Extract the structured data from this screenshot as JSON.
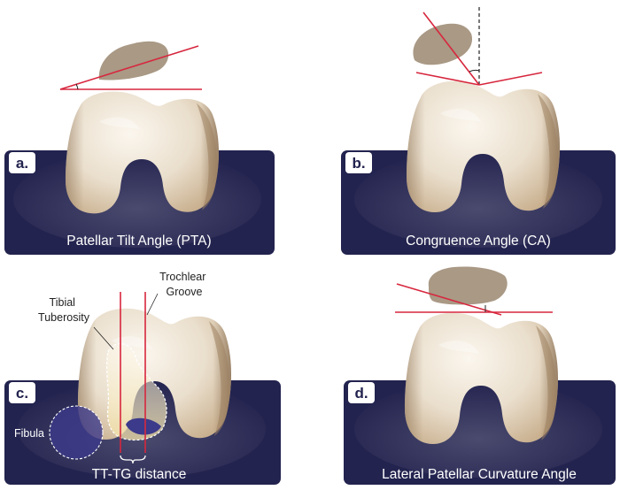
{
  "panels": [
    {
      "badge": "a.",
      "caption": "Patellar Tilt Angle (PTA)"
    },
    {
      "badge": "b.",
      "caption": "Congruence Angle (CA)"
    },
    {
      "badge": "c.",
      "caption": "TT-TG distance"
    },
    {
      "badge": "d.",
      "caption": "Lateral Patellar Curvature Angle"
    }
  ],
  "annotations": {
    "tibial_tuberosity": [
      "Tibial",
      "Tuberosity"
    ],
    "trochlear_groove": [
      "Trochlear",
      "Groove"
    ],
    "fibula": "Fibula"
  },
  "colors": {
    "panel_bg": "#23234f",
    "bone_light": "#f3ebdf",
    "bone_mid": "#d8c6ad",
    "bone_shadow": "#b79c7b",
    "patella": "#a99985",
    "measure_line": "#d7263d",
    "fibula_fill": "#3c3a8a",
    "badge_bg": "#ffffff"
  }
}
